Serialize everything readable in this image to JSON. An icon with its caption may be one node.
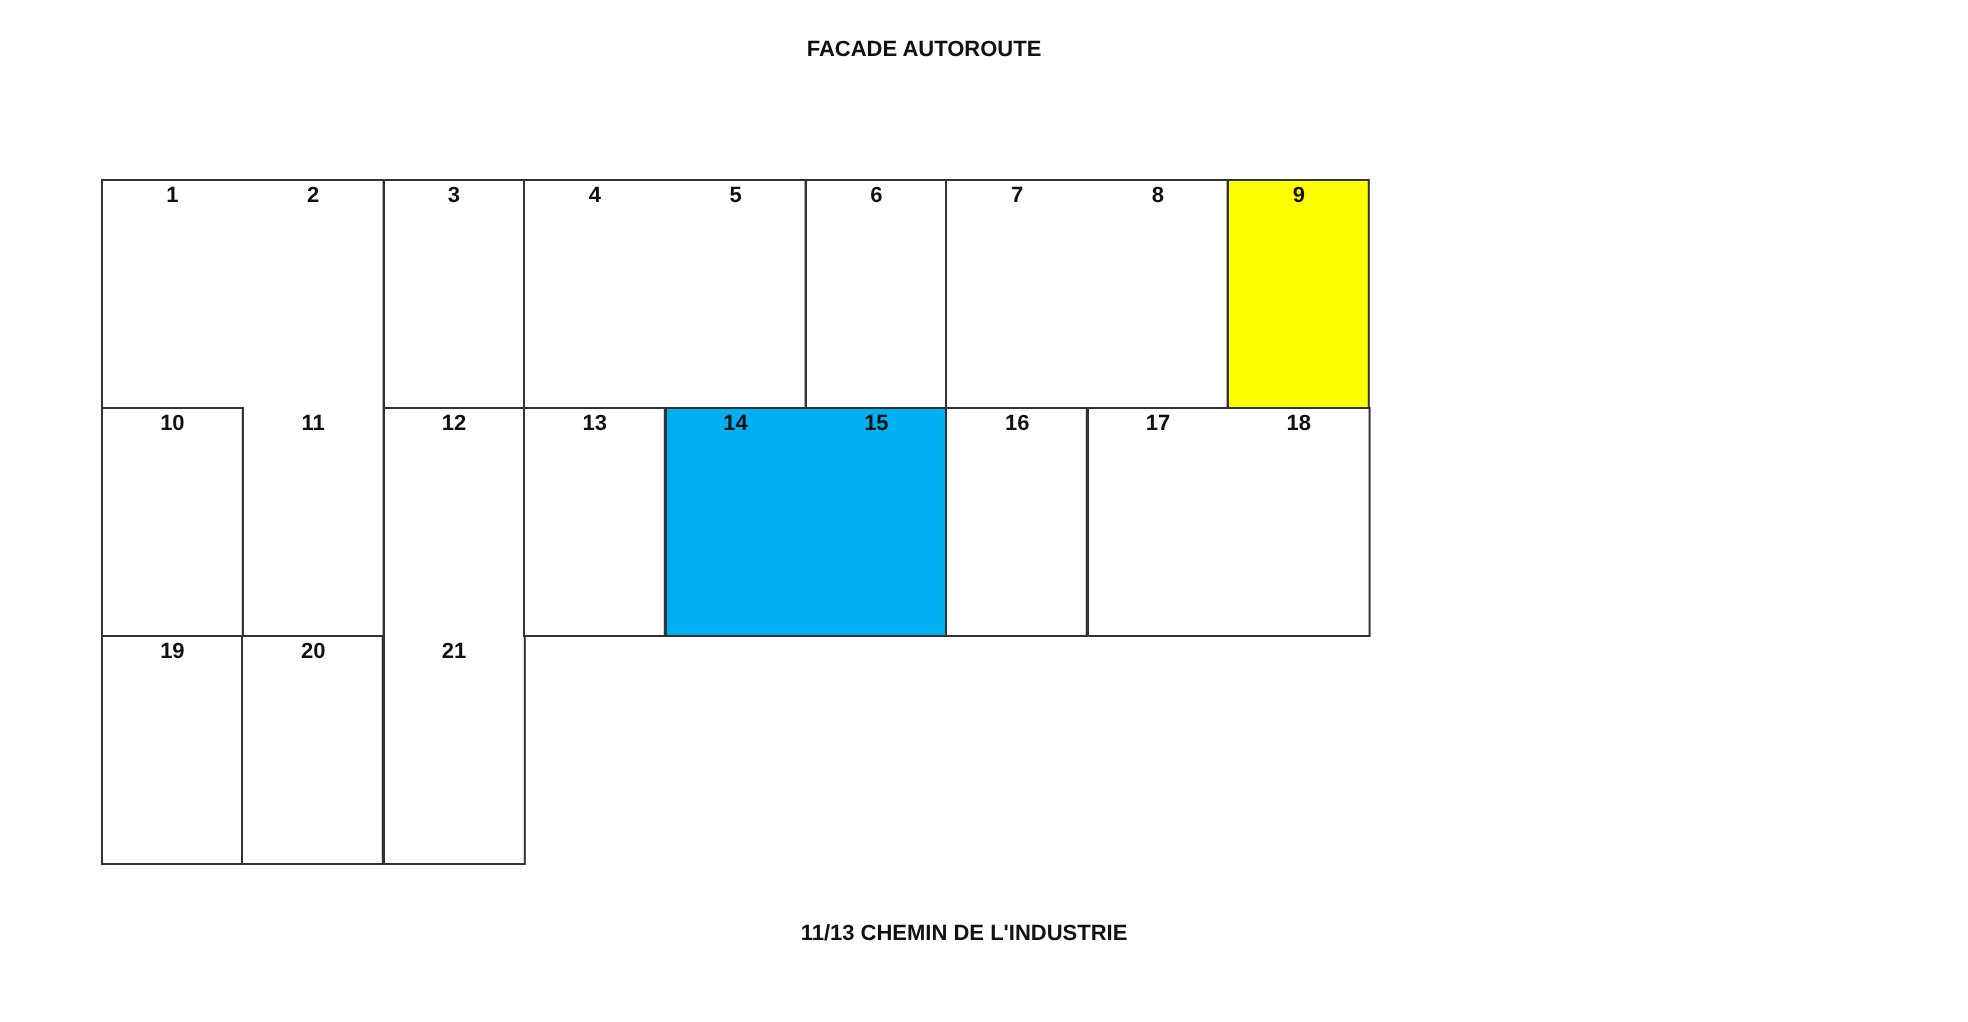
{
  "diagram": {
    "title": "FACADE AUTOROUTE",
    "caption": "11/13 CHEMIN DE L'INDUSTRIE",
    "nodes": [
      {
        "text": [
          "1",
          "2",
          "11"
        ]
      },
      {
        "text": [
          "3"
        ]
      },
      {
        "text": [
          "4",
          "5"
        ]
      },
      {
        "text": [
          "6"
        ]
      },
      {
        "text": [
          "7",
          "8"
        ]
      },
      {
        "text": [
          "9"
        ]
      },
      {
        "text": [
          "10"
        ]
      },
      {
        "text": [
          "12",
          "21"
        ]
      },
      {
        "text": [
          "13"
        ]
      },
      {
        "text": [
          "14",
          "15"
        ]
      },
      {
        "text": [
          "16"
        ]
      },
      {
        "text": [
          "17",
          "18"
        ]
      },
      {
        "text": [
          "19"
        ]
      },
      {
        "text": [
          "20"
        ]
      }
    ]
  }
}
